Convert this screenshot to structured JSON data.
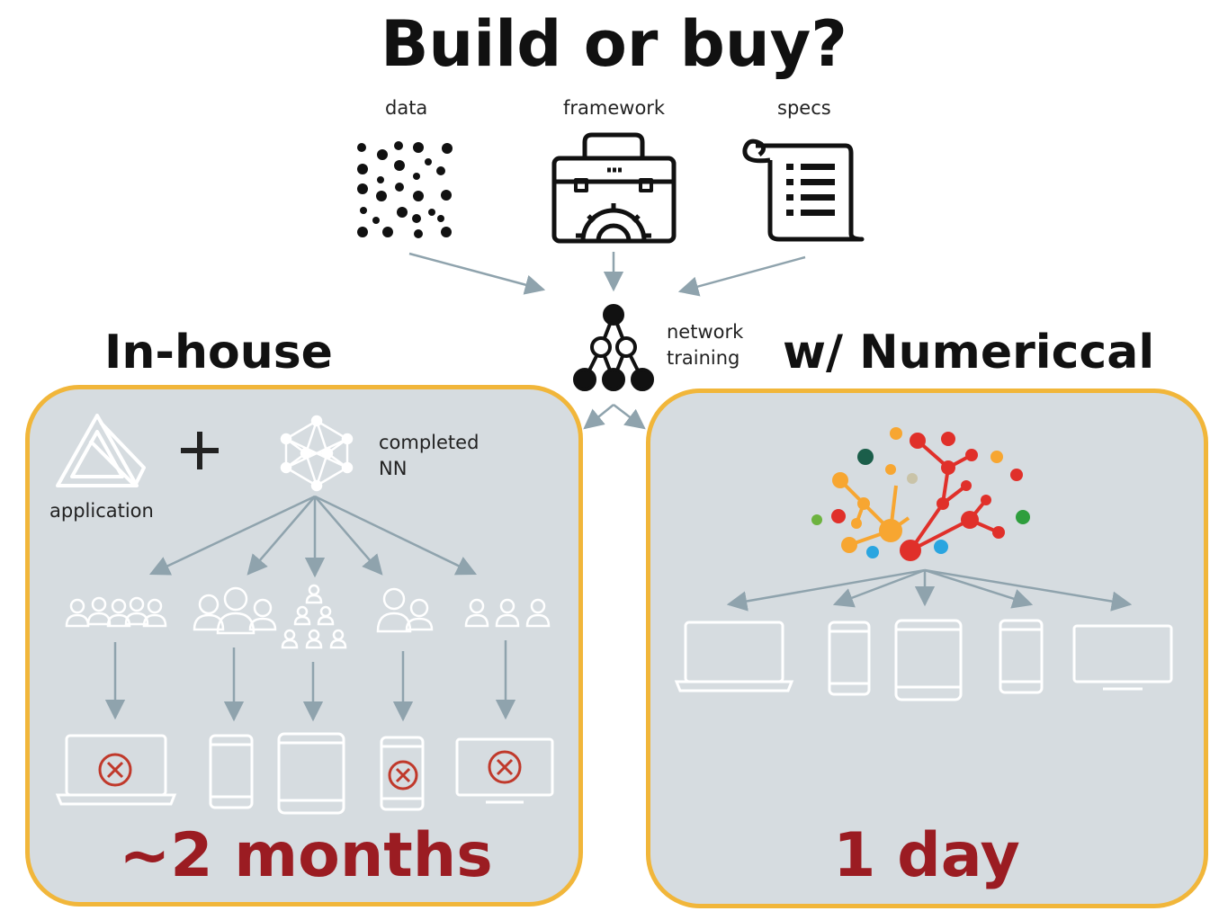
{
  "title": "Build or buy?",
  "inputs": {
    "data_label": "data",
    "framework_label": "framework",
    "specs_label": "specs"
  },
  "network_training": {
    "line1": "network",
    "line2": "training"
  },
  "in_house": {
    "title": "In-house",
    "application_label": "application",
    "completed_line1": "completed",
    "completed_line2": "NN",
    "duration": "~2 months"
  },
  "numericcal": {
    "title": "w/ Numericcal",
    "duration": "1 day"
  },
  "colors": {
    "panel_bg": "#d6dce0",
    "panel_border": "#f1b63a",
    "accent_red": "#9b1c22",
    "arrow": "#8fa3ad",
    "error_red": "#c0392b"
  }
}
